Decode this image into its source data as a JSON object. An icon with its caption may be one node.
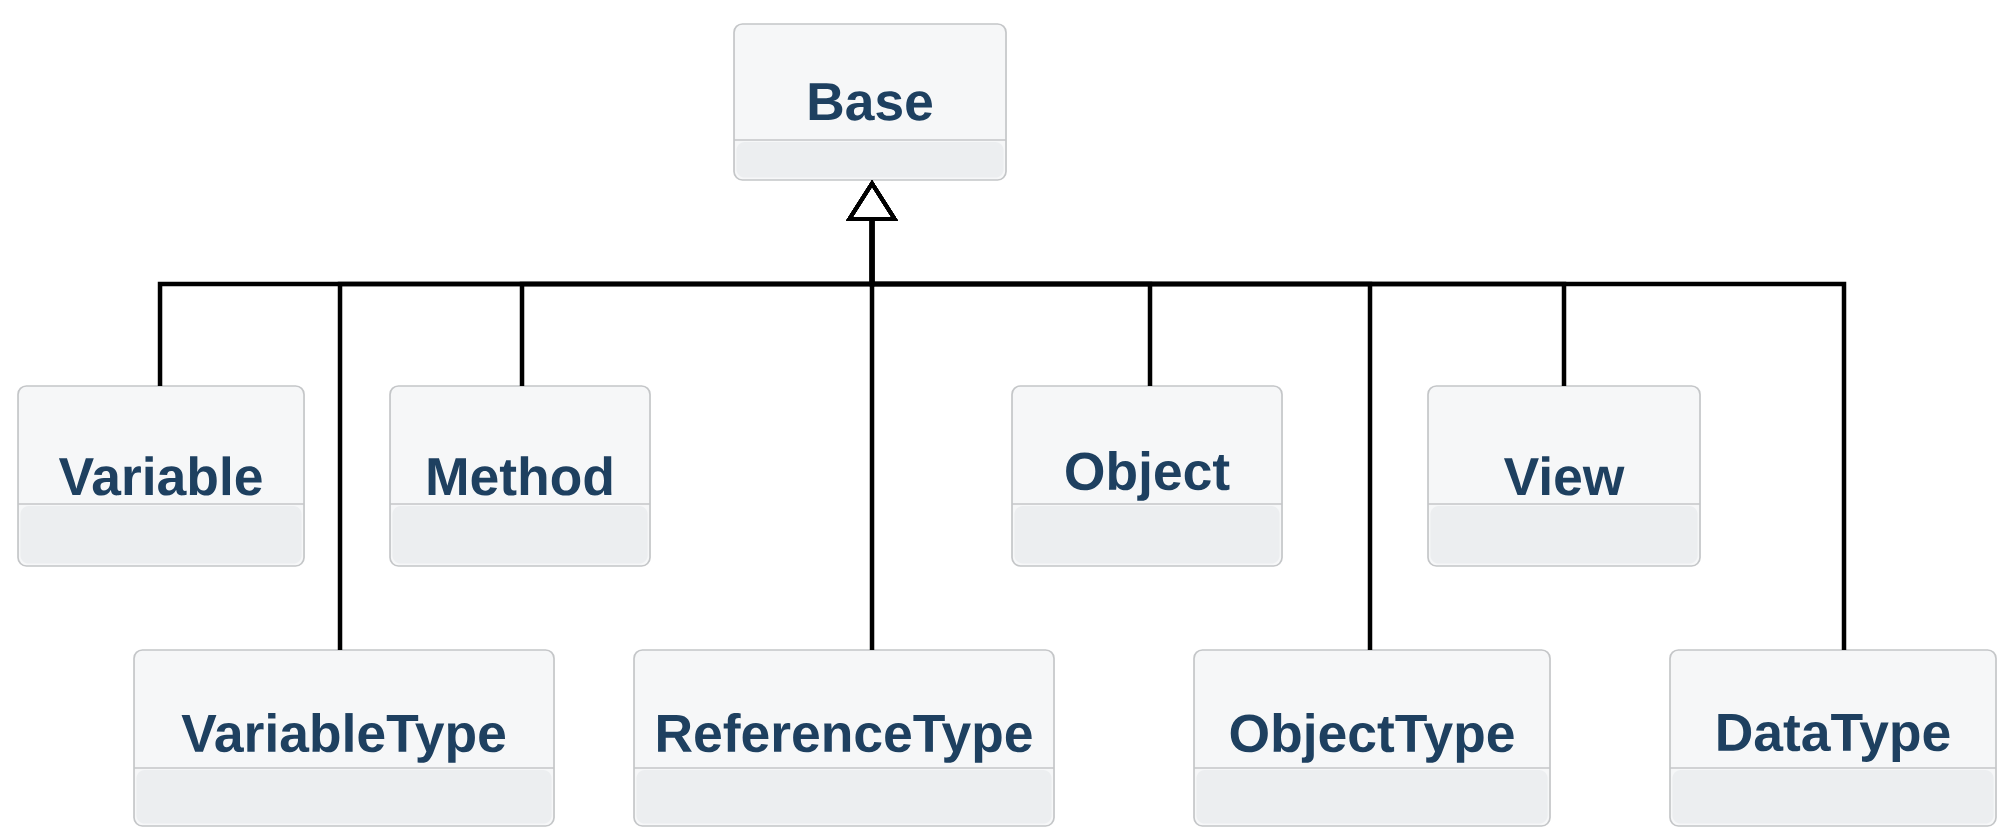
{
  "diagram": {
    "nodes": [
      {
        "text": [
          "Base"
        ]
      },
      {
        "text": [
          "Variable"
        ]
      },
      {
        "text": [
          "Method"
        ]
      },
      {
        "text": [
          "Object"
        ]
      },
      {
        "text": [
          "View"
        ]
      },
      {
        "text": [
          "VariableType"
        ]
      },
      {
        "text": [
          "ReferenceType"
        ]
      },
      {
        "text": [
          "ObjectType"
        ]
      },
      {
        "text": [
          "DataType"
        ]
      }
    ],
    "edges": [
      {
        "from": 1,
        "to": 0,
        "arrow": "to"
      },
      {
        "from": 2,
        "to": 0,
        "arrow": "to"
      },
      {
        "from": 3,
        "to": 0,
        "arrow": "to"
      },
      {
        "from": 4,
        "to": 0,
        "arrow": "to"
      },
      {
        "from": 5,
        "to": 0,
        "arrow": "to"
      },
      {
        "from": 6,
        "to": 0,
        "arrow": "to"
      },
      {
        "from": 7,
        "to": 0,
        "arrow": "to"
      },
      {
        "from": 8,
        "to": 0,
        "arrow": "to"
      }
    ]
  }
}
